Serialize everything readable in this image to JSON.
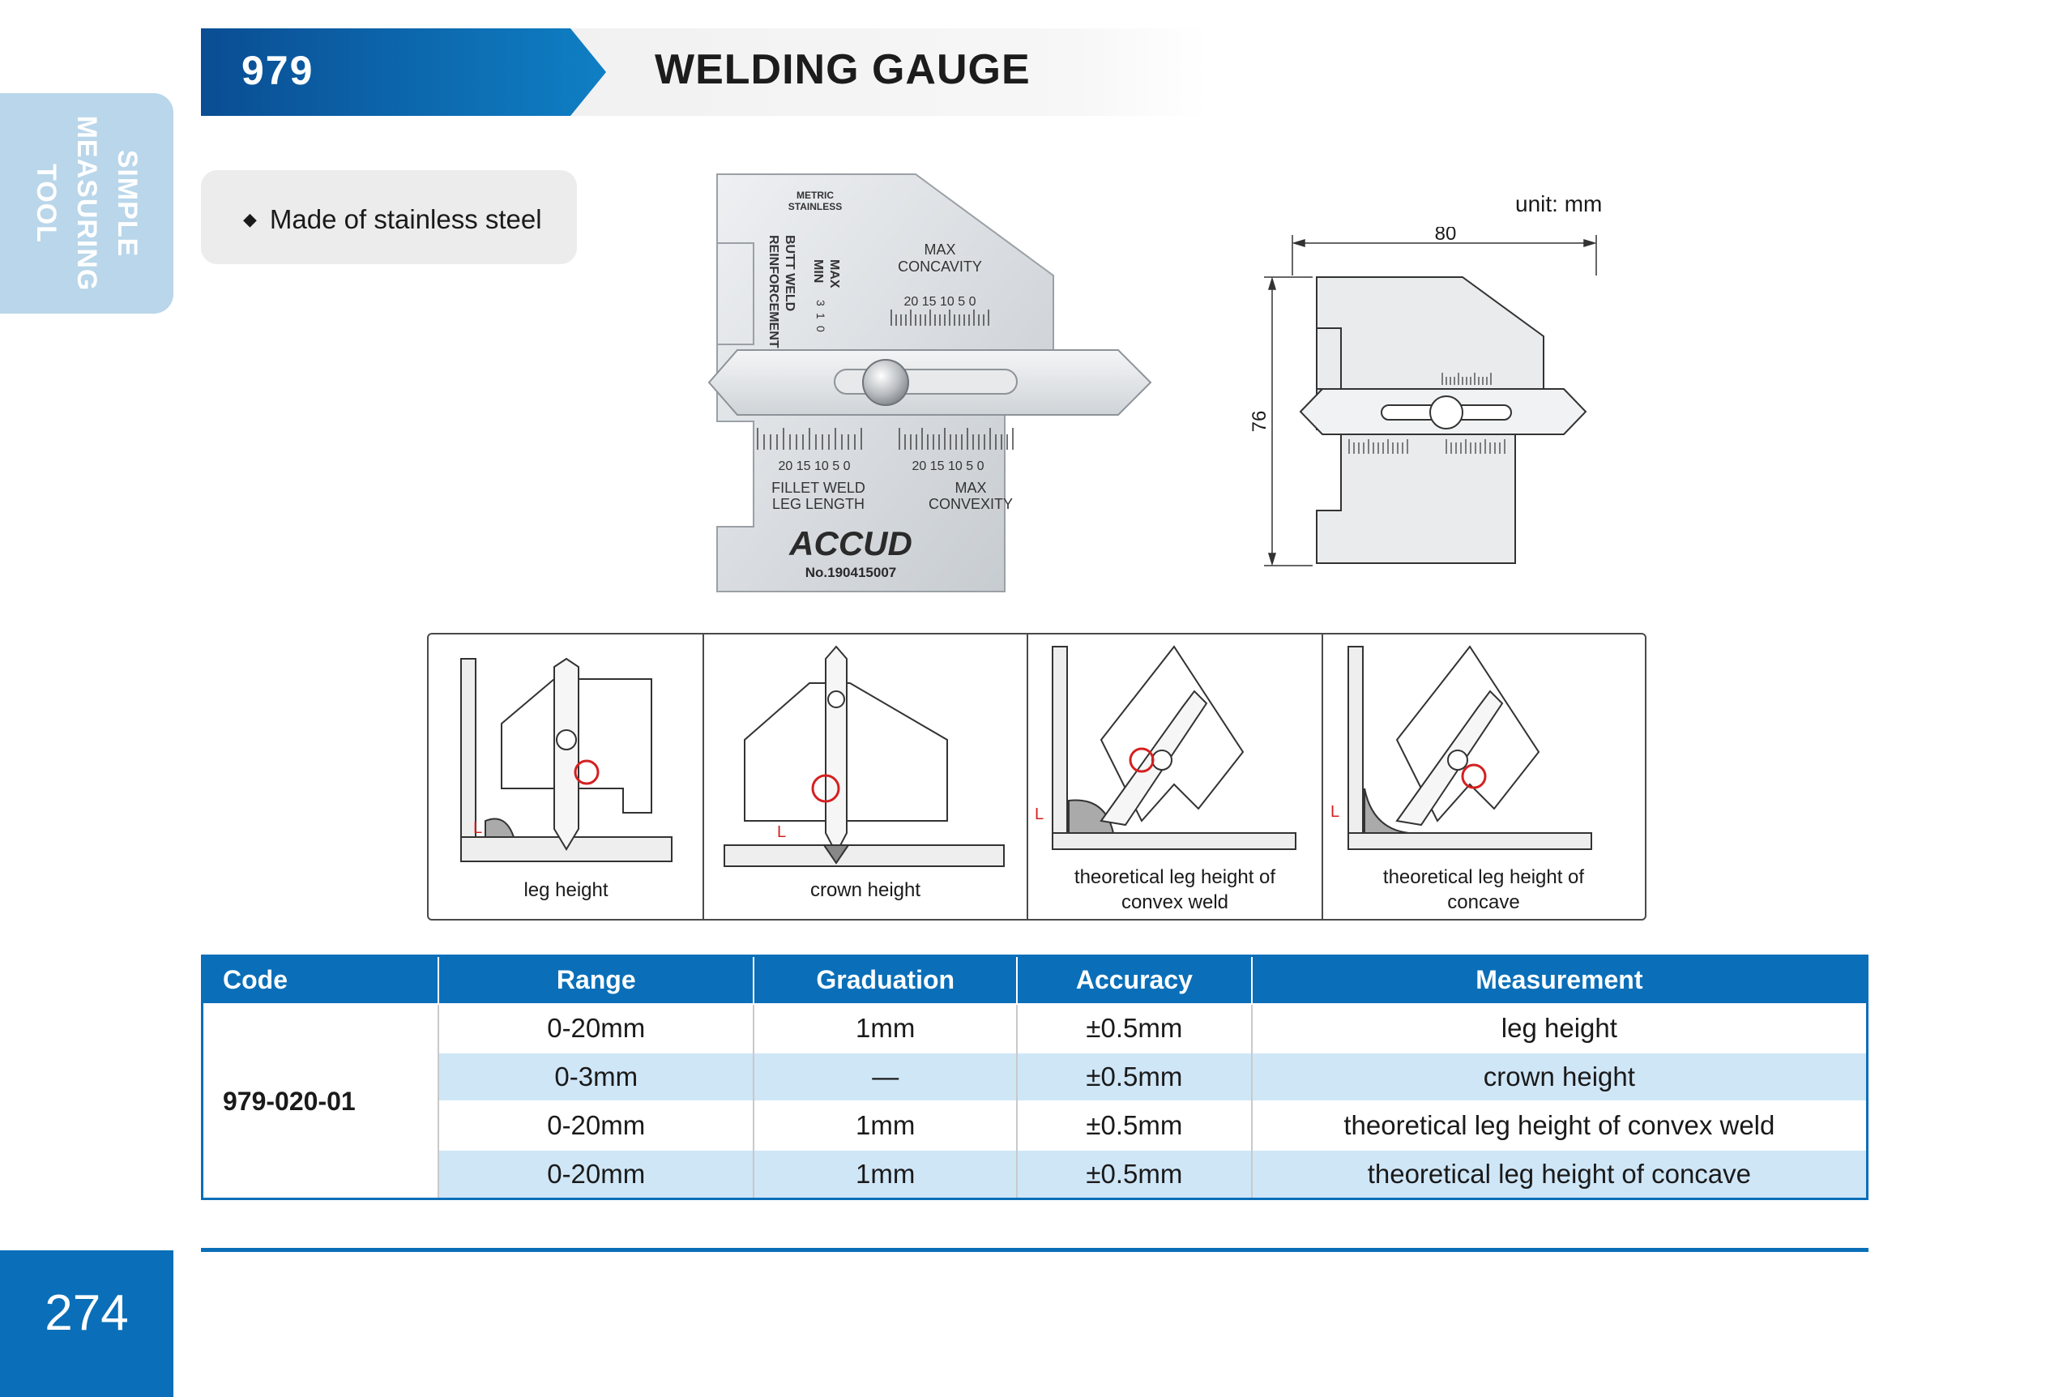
{
  "header": {
    "code": "979",
    "title": "WELDING GAUGE"
  },
  "side_tab": {
    "line1": "SIMPLE",
    "line2": "MEASURING TOOL"
  },
  "feature": {
    "text": "Made of stainless steel"
  },
  "unit": "unit: mm",
  "dimensions": {
    "width": "80",
    "height": "76"
  },
  "gauge_photo": {
    "brand": "ACCUD",
    "serial": "No.190415007",
    "top_label_1": "METRIC",
    "top_label_2": "STAINLESS",
    "butt_weld_1": "BUTT WELD",
    "butt_weld_2": "REINFORCEMENT",
    "max_min_1": "MAX",
    "max_min_2": "MIN",
    "max_concavity_1": "MAX",
    "max_concavity_2": "CONCAVITY",
    "fillet_1": "FILLET WELD",
    "fillet_2": "LEG LENGTH",
    "max_convexity_1": "MAX",
    "max_convexity_2": "CONVEXITY",
    "scale_upper": "20 15 10  5   0",
    "scale_left": "20   15   10    5    0",
    "scale_right": "20 15 10    5    0",
    "small_scale_1": "3",
    "small_scale_2": "1",
    "small_scale_3": "0"
  },
  "usage": [
    {
      "label_1": "leg height",
      "label_2": ""
    },
    {
      "label_1": "crown height",
      "label_2": ""
    },
    {
      "label_1": "theoretical leg height of",
      "label_2": "convex weld"
    },
    {
      "label_1": "theoretical leg height of",
      "label_2": "concave"
    }
  ],
  "usage_marker": "L",
  "table": {
    "headers": [
      "Code",
      "Range",
      "Graduation",
      "Accuracy",
      "Measurement"
    ],
    "code": "979-020-01",
    "rows": [
      {
        "range": "0-20mm",
        "graduation": "1mm",
        "accuracy": "±0.5mm",
        "measurement": "leg height"
      },
      {
        "range": "0-3mm",
        "graduation": "—",
        "accuracy": "±0.5mm",
        "measurement": "crown height"
      },
      {
        "range": "0-20mm",
        "graduation": "1mm",
        "accuracy": "±0.5mm",
        "measurement": "theoretical leg height of convex weld"
      },
      {
        "range": "0-20mm",
        "graduation": "1mm",
        "accuracy": "±0.5mm",
        "measurement": "theoretical leg height of concave"
      }
    ]
  },
  "page_number": "274",
  "colors": {
    "brand_blue": "#0a6fb8",
    "row_alt": "#cfe6f7",
    "marker_red": "#d42020"
  }
}
